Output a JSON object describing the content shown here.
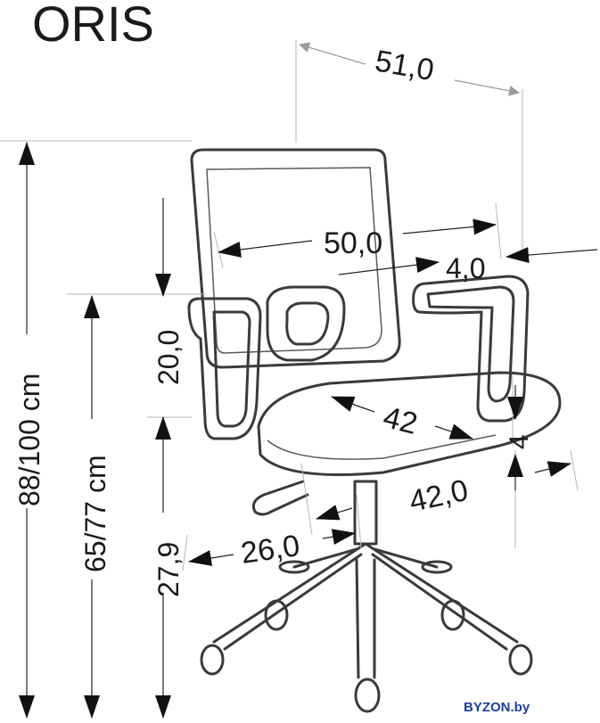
{
  "title": "ORIS",
  "watermark": "BYZON.by",
  "dimensions": {
    "width_total": "51,0",
    "backrest_width": "50,0",
    "backrest_depth": "4,0",
    "height_total": "88/100 cm",
    "armrest_height": "65/77 cm",
    "backrest_height": "20,0",
    "seat_height": "27,9",
    "seat_depth": "42",
    "seat_thickness": "4",
    "seat_width": "42,0",
    "base_radius": "26,0"
  },
  "colors": {
    "line": "#3a3a3a",
    "text": "#1a1a1a",
    "arrow_gray": "#9a9a9a",
    "brand": "#1c3fa0"
  }
}
